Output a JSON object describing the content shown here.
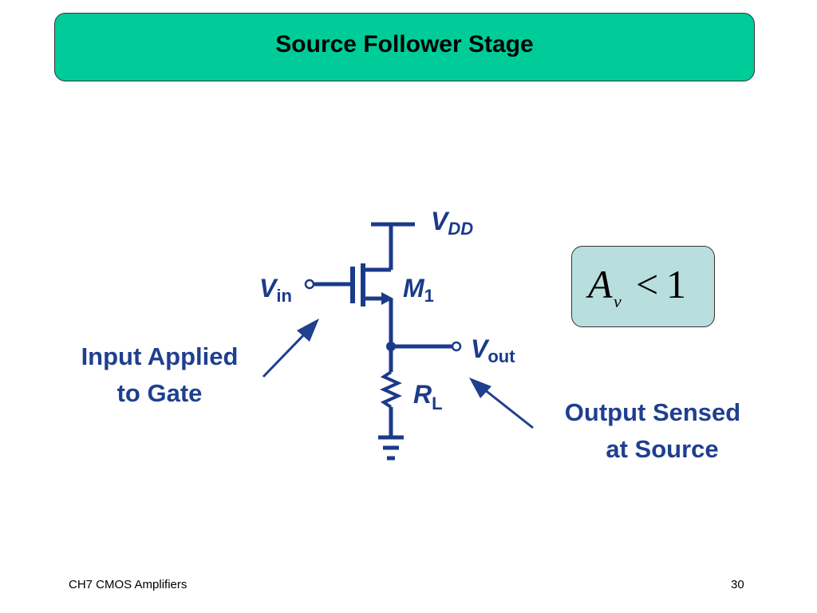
{
  "slide": {
    "title": "Source Follower Stage",
    "footer_left": "CH7 CMOS Amplifiers",
    "page_number": "30"
  },
  "circuit": {
    "vdd": {
      "main": "V",
      "sub": "DD"
    },
    "vin": {
      "main": "V",
      "sub": "in"
    },
    "m1": {
      "main": "M",
      "sub": "1"
    },
    "vout": {
      "main": "V",
      "sub": "out"
    },
    "rl": {
      "main": "R",
      "sub": "L"
    },
    "input_annotation": [
      "Input Applied",
      "to Gate"
    ],
    "output_annotation": [
      "Output Sensed",
      "at Source"
    ]
  },
  "equation": {
    "symbol": "A",
    "subscript": "v",
    "relation": "<",
    "value": "1"
  },
  "colors": {
    "title_bg": "#00cc99",
    "equation_bg": "#b8dedd",
    "diagram_ink": "#1a3a8a",
    "annotation_ink": "#1f3f8f"
  }
}
